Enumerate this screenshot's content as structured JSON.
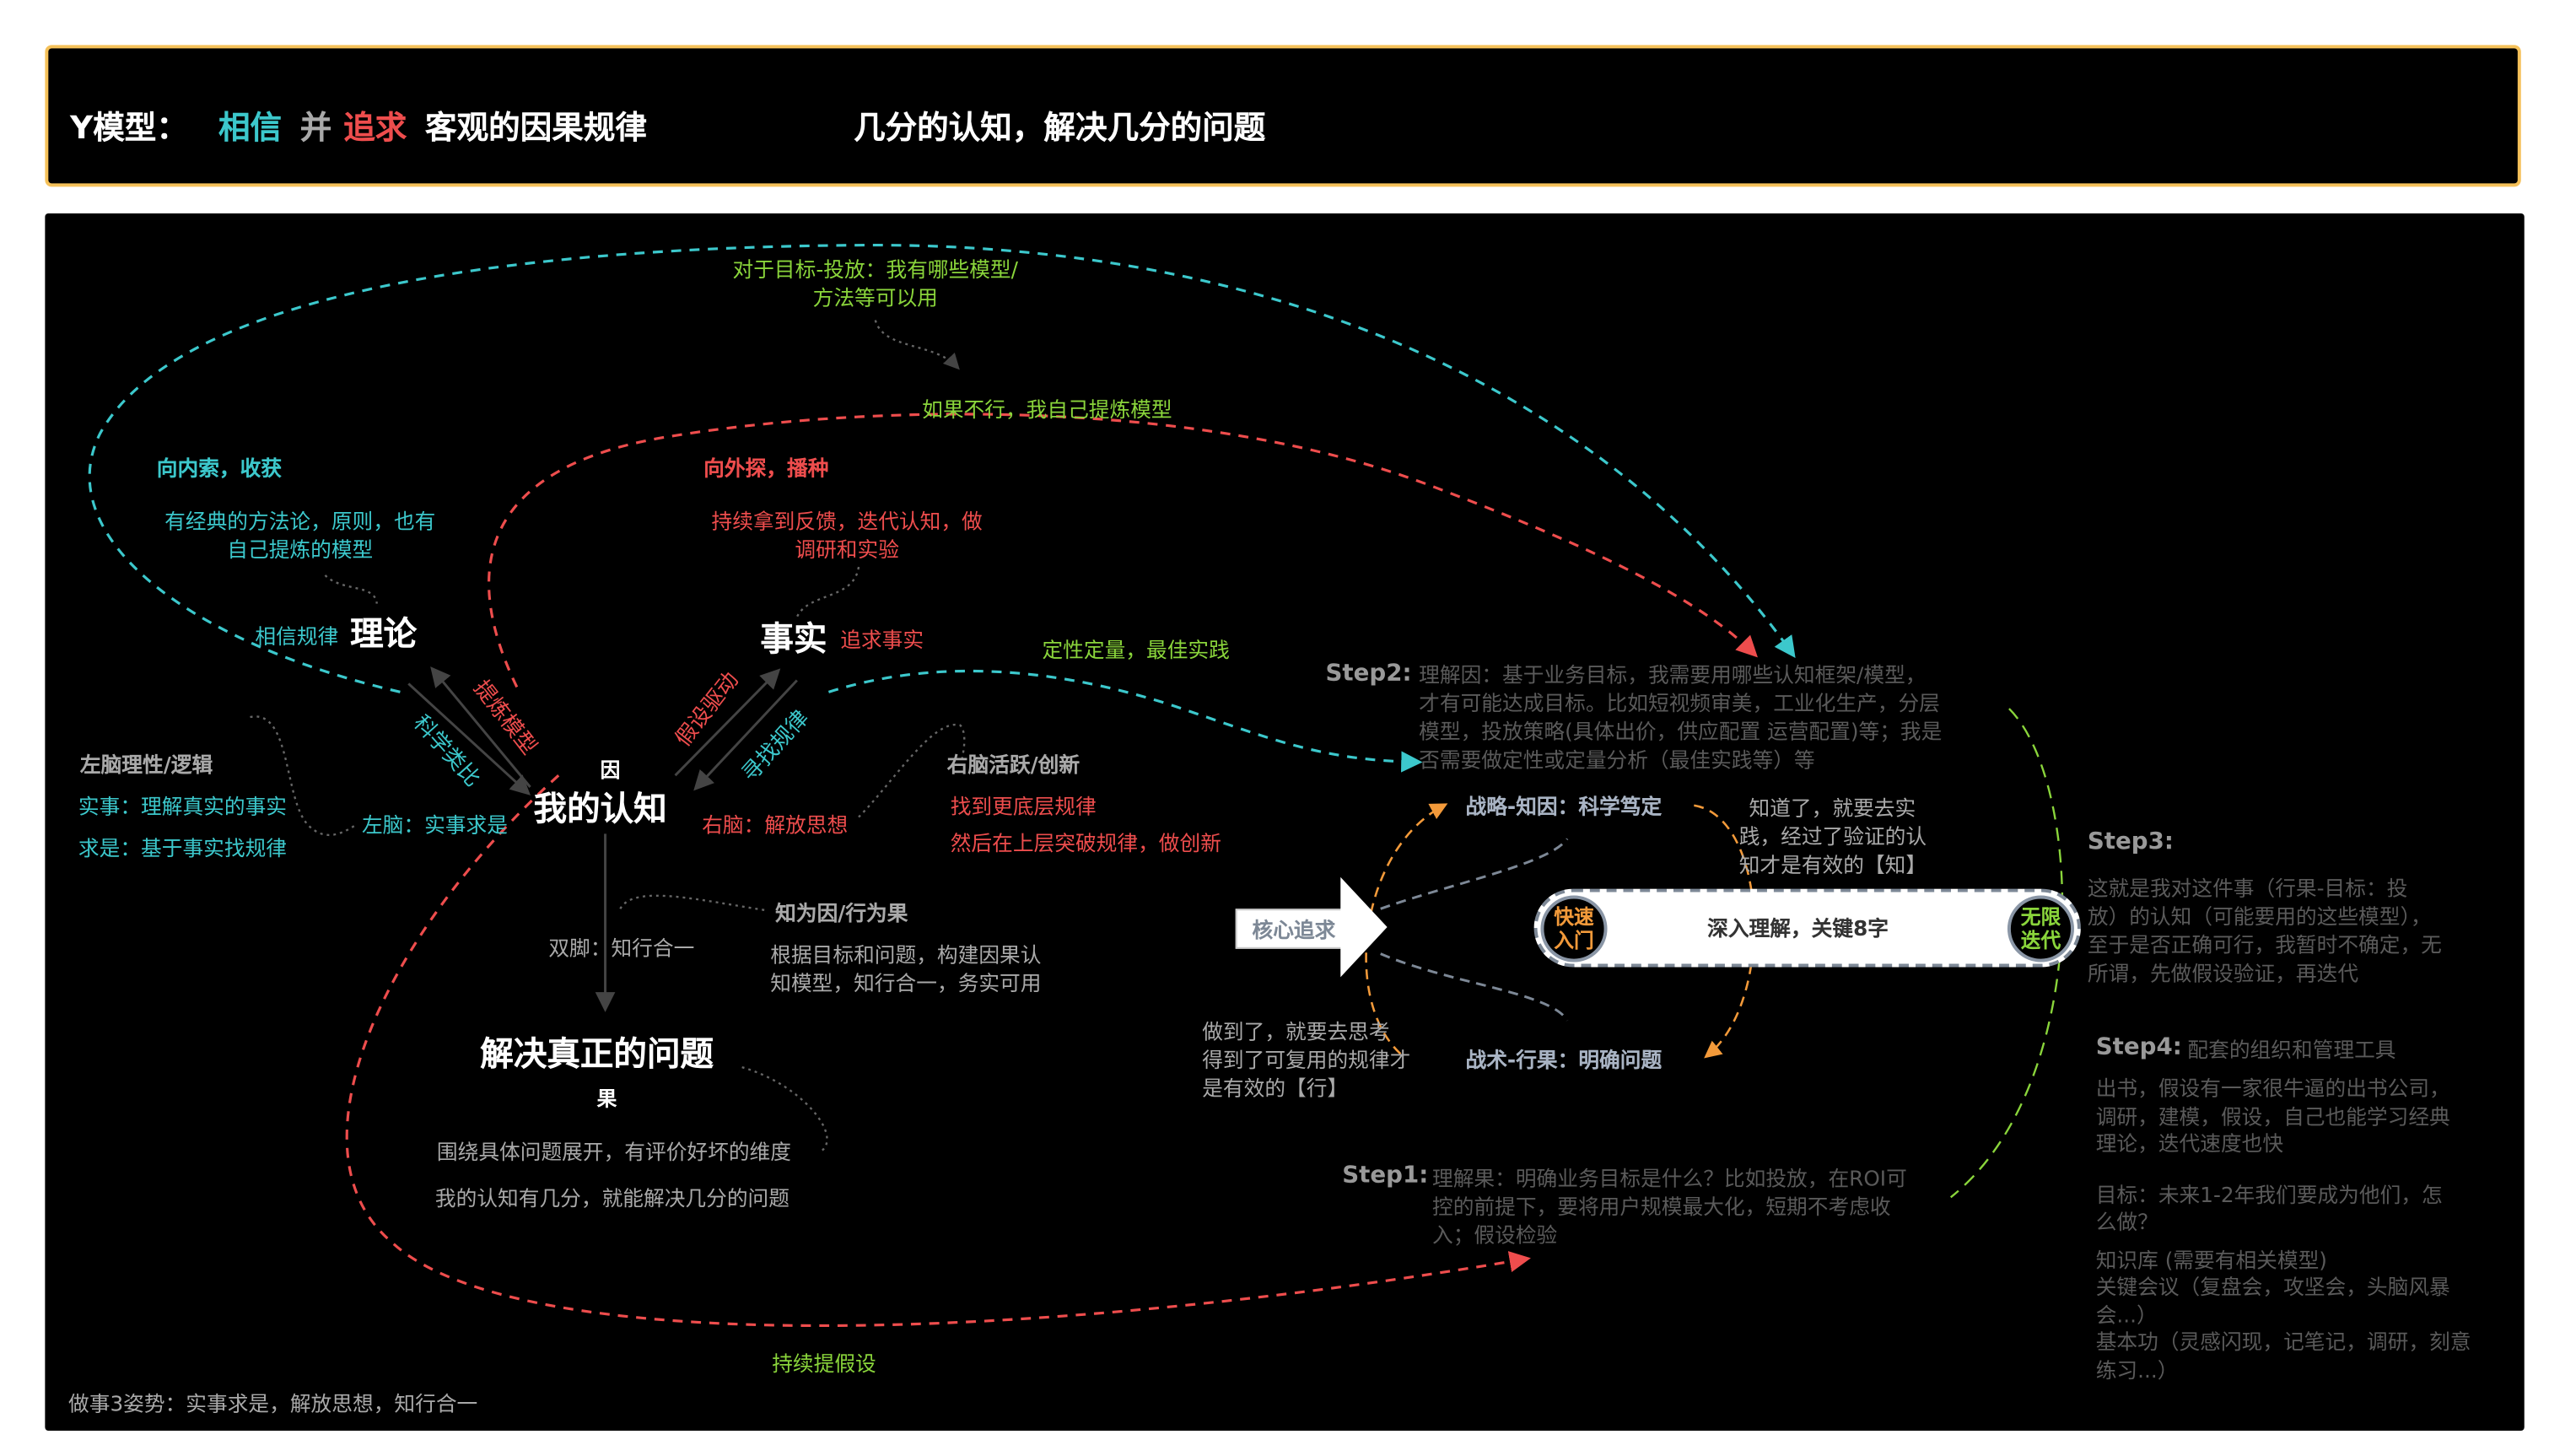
{
  "header": {
    "prefix": "Y模型：",
    "believe": "相信",
    "and": "并",
    "pursue": "追求",
    "rest": "客观的因果规律",
    "slogan": "几分的认知，解决几分的问题"
  },
  "top": {
    "models_line1": "对于目标-投放：我有哪些模型/",
    "models_line2": "方法等可以用",
    "refine": "如果不行，我自己提炼模型"
  },
  "theory": {
    "heading": "向内索，收获",
    "desc_line1": "有经典的方法论，原则，也有",
    "desc_line2": "自己提炼的模型",
    "prefix": "相信规律",
    "title": "理论"
  },
  "fact": {
    "heading": "向外探，播种",
    "desc_line1": "持续拿到反馈，迭代认知，做",
    "desc_line2": "调研和实验",
    "title": "事实",
    "suffix": "追求事实",
    "practice": "定性定量，最佳实践"
  },
  "arrows": {
    "refine_model": "提炼模型",
    "analogy": "科学类比",
    "hypothesis": "假设驱动",
    "find_rules": "寻找规律"
  },
  "center": {
    "cause": "因",
    "title": "我的认知",
    "left_brain": "左脑：实事求是",
    "right_brain": "右脑：解放思想",
    "feet": "双脚：知行合一"
  },
  "left_panel": {
    "heading": "左脑理性/逻辑",
    "line1": "实事：理解真实的事实",
    "line2": "求是：基于事实找规律"
  },
  "right_panel": {
    "heading": "右脑活跃/创新",
    "line1": "找到更底层规律",
    "line2": "然后在上层突破规律，做创新"
  },
  "know_do": {
    "heading": "知为因/行为果",
    "line1": "根据目标和问题，构建因果认",
    "line2": "知模型，知行合一，务实可用"
  },
  "result": {
    "title": "解决真正的问题",
    "effect": "果",
    "line1": "围绕具体问题展开，有评价好坏的维度",
    "line2": "我的认知有几分，就能解决几分的问题"
  },
  "bottom": {
    "keep_hypothesis": "持续提假设",
    "postures": "做事3姿势：实事求是，解放思想，知行合一"
  },
  "core": {
    "label": "核心追求",
    "strategy": "战略-知因：科学笃定",
    "strategy_note": [
      "知道了，就要去实",
      "践，经过了验证的认",
      "知才是有效的【知】"
    ],
    "tactic": "战术-行果：明确问题",
    "tactic_note": [
      "做到了，就要去思考",
      "得到了可复用的规律才",
      "是有效的【行】"
    ],
    "pill_left": [
      "快速",
      "入门"
    ],
    "pill_center": "深入理解，关键8字",
    "pill_right": [
      "无限",
      "迭代"
    ]
  },
  "steps": {
    "step1": {
      "label": "Step1:",
      "lines": [
        "理解果：明确业务目标是什么？比如投放，在ROI可",
        "控的前提下，要将用户规模最大化，短期不考虑收",
        "入；假设检验"
      ]
    },
    "step2": {
      "label": "Step2:",
      "lines": [
        "理解因：基于业务目标，我需要用哪些认知框架/模型，",
        "才有可能达成目标。比如短视频审美，工业化生产，分层",
        "模型，投放策略(具体出价，供应配置 运营配置)等；我是",
        "否需要做定性或定量分析（最佳实践等）等"
      ]
    },
    "step3": {
      "label": "Step3:",
      "lines": [
        "这就是我对这件事（行果-目标：投",
        "放）的认知（可能要用的这些模型），",
        "至于是否正确可行，我暂时不确定，无",
        "所谓，先做假设验证，再迭代"
      ]
    },
    "step4": {
      "label": "Step4:",
      "subtitle": "配套的组织和管理工具",
      "lines": [
        "出书，假设有一家很牛逼的出书公司，",
        "调研，建模，假设，自己也能学习经典",
        "理论，迭代速度也快",
        "",
        "目标：未来1-2年我们要成为他们，怎",
        "么做？",
        "",
        "知识库 (需要有相关模型)",
        "关键会议（复盘会，攻坚会，头脑风暴",
        "会...）",
        "基本功（灵感闪现，记笔记，调研，刻意",
        "练习...）"
      ]
    }
  },
  "colors": {
    "teal": "#3cc8cc",
    "red": "#ee4d4d",
    "green": "#8ad53b",
    "orange": "#f39a3a",
    "header_border": "#f5c15a"
  }
}
